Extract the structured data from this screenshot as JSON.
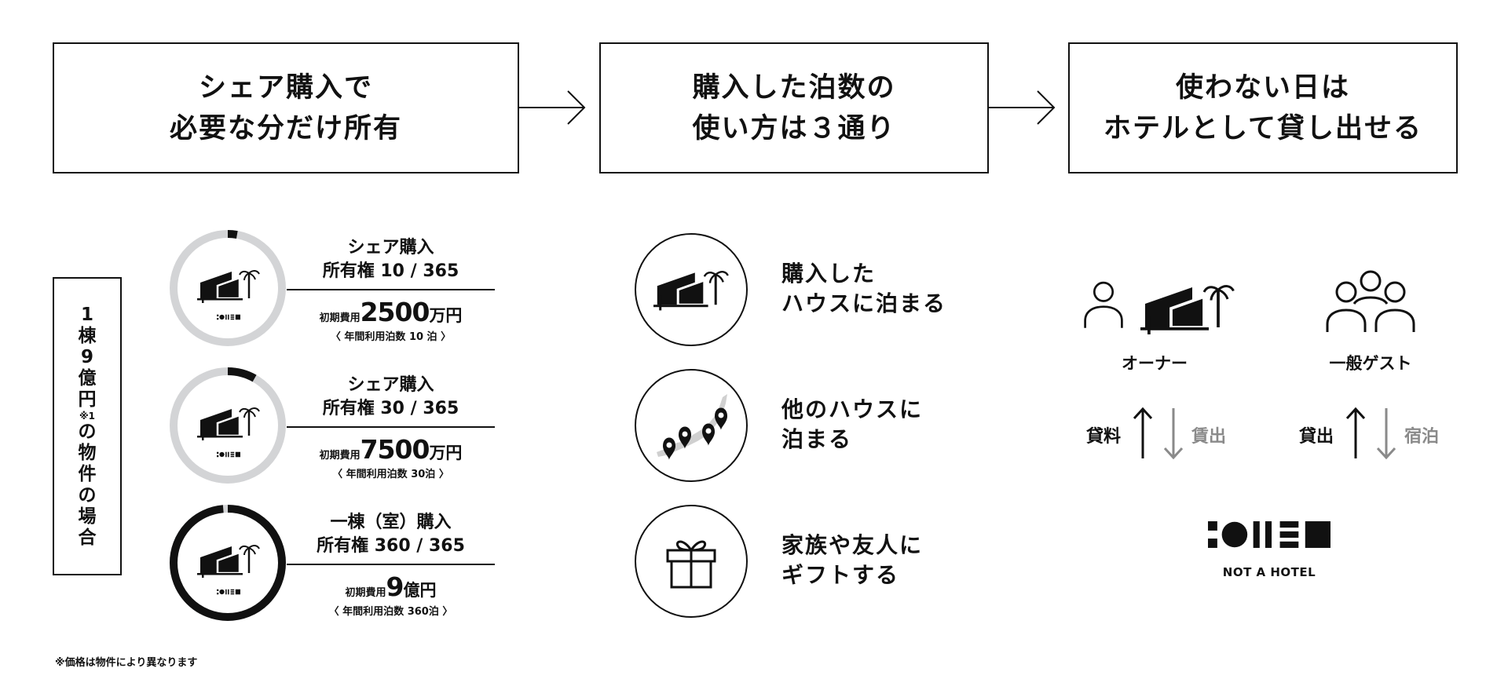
{
  "steps": [
    {
      "line1": "シェア購入で",
      "line2": "必要な分だけ所有"
    },
    {
      "line1": "購入した泊数の",
      "line2": "使い方は３通り"
    },
    {
      "line1": "使わない日は",
      "line2": "ホテルとして貸し出せる"
    }
  ],
  "vertical_label": {
    "chars": [
      "1",
      "棟",
      "9",
      "億",
      "円"
    ],
    "sup": "※1",
    "rest": [
      "の",
      "物",
      "件",
      "の",
      "場",
      "合"
    ]
  },
  "tiers": [
    {
      "title1": "シェア購入",
      "title2": "所有権 10 / 365",
      "price_label": "初期費用",
      "price_value": "2500",
      "price_unit": "万円",
      "note": "〈 年間利用泊数 10 泊 〉",
      "fraction": 0.0274
    },
    {
      "title1": "シェア購入",
      "title2": "所有権 30 / 365",
      "price_label": "初期費用",
      "price_value": "7500",
      "price_unit": "万円",
      "note": "〈 年間利用泊数 30泊 〉",
      "fraction": 0.0822
    },
    {
      "title1": "一棟（室）購入",
      "title2": "所有権 360 / 365",
      "price_label": "初期費用",
      "price_value": "9",
      "price_unit": "億円",
      "note": "〈 年間利用泊数 360泊 〉",
      "fraction": 0.9863
    }
  ],
  "uses": [
    {
      "line1": "購入した",
      "line2": "ハウスに泊まる",
      "icon": "house-icon"
    },
    {
      "line1": "他のハウスに",
      "line2": "泊まる",
      "icon": "japan-map-pins-icon"
    },
    {
      "line1": "家族や友人に",
      "line2": "ギフトする",
      "icon": "gift-icon"
    }
  ],
  "rental": {
    "owner_label": "オーナー",
    "guest_label": "一般ゲスト",
    "owner_flow": {
      "up": "貸料",
      "down": "賃出"
    },
    "guest_flow": {
      "up": "貸出",
      "down": "宿泊"
    }
  },
  "brand": {
    "name": "NOT A HOTEL"
  },
  "footnote": "※価格は物件により異なります",
  "colors": {
    "ink": "#111111",
    "ring_track": "#d3d4d6",
    "muted": "#8a8a8a"
  }
}
